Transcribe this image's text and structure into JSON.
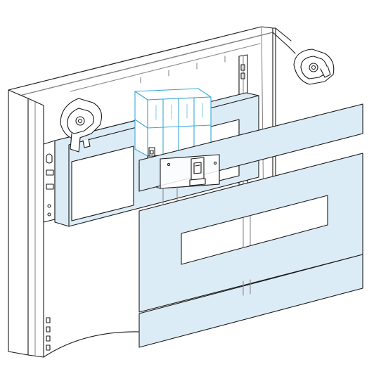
{
  "figure": {
    "subject": "",
    "colors": {
      "outline": "#1a1a1a",
      "panel_fill": "#dcecf7",
      "breaker_line": "#3aa9d8",
      "enclosure_fill": "#ffffff",
      "shadow_line": "#8a8a8a"
    },
    "icons": [
      "enclosure-outline",
      "mounting-plate",
      "circuit-breaker",
      "front-cover-plate",
      "blank-plate",
      "fixing-bracket"
    ]
  }
}
